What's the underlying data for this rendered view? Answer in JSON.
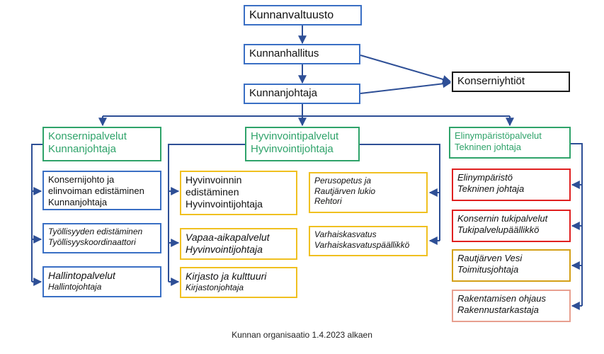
{
  "top": {
    "council": "Kunnanvaltuusto",
    "board": "Kunnanhallitus",
    "manager": "Kunnanjohtaja",
    "groups": "Konserniyhtiöt"
  },
  "divisions": [
    {
      "title": "Konsernipalvelut",
      "subtitle": "Kunnanjohtaja"
    },
    {
      "title": "Hyvinvointipalvelut",
      "subtitle": "Hyvinvointijohtaja"
    },
    {
      "title": "Elinympäristöpalvelut",
      "subtitle": "Tekninen johtaja"
    }
  ],
  "konserni_units": [
    {
      "lines": [
        "Konsernijohto ja",
        "elinvoiman edistäminen",
        "Kunnanjohtaja"
      ]
    },
    {
      "lines": [
        "Työllisyyden edistäminen",
        "Työllisyyskoordinaattori"
      ]
    },
    {
      "lines": [
        "Hallintopalvelut",
        "Hallintojohtaja"
      ]
    }
  ],
  "hyvinvointi_left_units": [
    {
      "lines": [
        "Hyvinvoinnin",
        "edistäminen",
        "Hyvinvointijohtaja"
      ]
    },
    {
      "lines": [
        "Vapaa-aikapalvelut",
        "Hyvinvointijohtaja"
      ]
    },
    {
      "lines": [
        "Kirjasto ja kulttuuri",
        "Kirjastonjohtaja"
      ]
    }
  ],
  "hyvinvointi_right_units": [
    {
      "lines": [
        "Perusopetus ja",
        "Rautjärven lukio",
        "Rehtori"
      ]
    },
    {
      "lines": [
        "Varhaiskasvatus",
        "Varhaiskasvatuspäällikkö"
      ]
    }
  ],
  "elinymparisto_units": [
    {
      "lines": [
        "Elinympäristö",
        "Tekninen johtaja"
      ]
    },
    {
      "lines": [
        "Konsernin tukipalvelut",
        "Tukipalvelupäällikkö"
      ]
    },
    {
      "lines": [
        "Rautjärven Vesi",
        "Toimitusjohtaja"
      ]
    },
    {
      "lines": [
        "Rakentamisen ohjaus",
        "Rakennustarkastaja"
      ]
    }
  ],
  "caption": "Kunnan organisaatio 1.4.2023 alkaen",
  "colors": {
    "connector": "#2e4f96",
    "blue": "#3a6fc4",
    "green": "#2fa36a",
    "yellow": "#f0c020",
    "red": "#e02020",
    "gold": "#d4a017",
    "salmon": "#e8a090"
  }
}
